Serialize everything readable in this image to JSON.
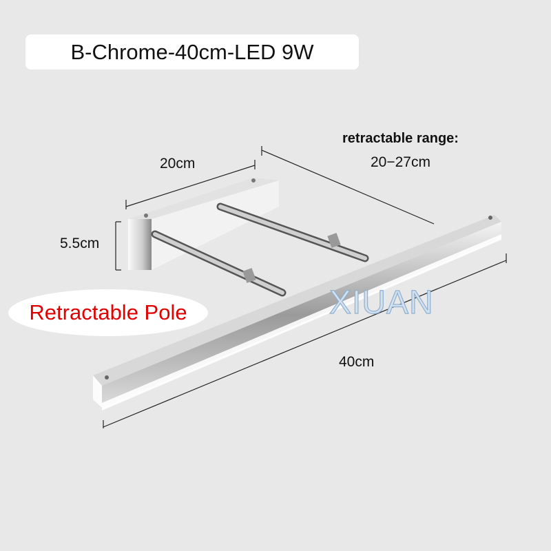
{
  "title": "B-Chrome-40cm-LED 9W",
  "dimensions": {
    "depth": "20cm",
    "height": "5.5cm",
    "length": "40cm",
    "range_label": "retractable range:",
    "range_value": "20−27cm"
  },
  "badge": "Retractable Pole",
  "watermark": "XIUAN",
  "colors": {
    "background": "#e8e8e8",
    "badge_text": "#e00000"
  }
}
